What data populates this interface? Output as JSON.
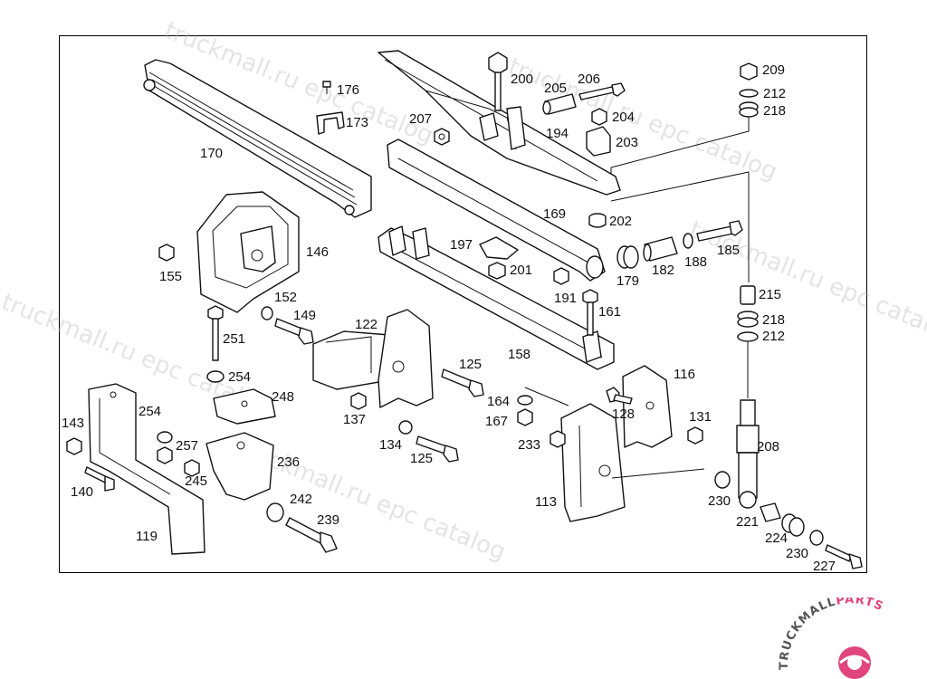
{
  "watermark": {
    "text_repeated": "truckmall.ru epc catalog",
    "fragments": [
      "truckmall.ru epc catalog",
      "truckmall.ru epc catalog",
      "truckmall.ru epc catalog",
      "truckmall.ru epc catalog",
      "truckmall.ru epc catalog"
    ]
  },
  "logo": {
    "brand_part1": "TRUCKMALL",
    "brand_part2": "PARTS",
    "color_dark": "#555555",
    "color_accent": "#e0457b"
  },
  "labels": {
    "l170": "170",
    "l176": "176",
    "l173": "173",
    "l200": "200",
    "l205": "205",
    "l206": "206",
    "l207": "207",
    "l204": "204",
    "l194": "194",
    "l203": "203",
    "l209": "209",
    "l212a": "212",
    "l218a": "218",
    "l169": "169",
    "l202": "202",
    "l146": "146",
    "l155": "155",
    "l197": "197",
    "l201": "201",
    "l185": "185",
    "l188": "188",
    "l182": "182",
    "l179": "179",
    "l191": "191",
    "l161": "161",
    "l215": "215",
    "l218b": "218",
    "l212b": "212",
    "l152": "152",
    "l149": "149",
    "l122": "122",
    "l251": "251",
    "l158": "158",
    "l254a": "254",
    "l248": "248",
    "l125a": "125",
    "l116": "116",
    "l164": "164",
    "l167": "167",
    "l128": "128",
    "l137": "137",
    "l143": "143",
    "l254b": "254",
    "l257": "257",
    "l245": "245",
    "l236": "236",
    "l134": "134",
    "l125b": "125",
    "l233": "233",
    "l131": "131",
    "l208": "208",
    "l140": "140",
    "l242": "242",
    "l239": "239",
    "l113": "113",
    "l230a": "230",
    "l221": "221",
    "l119": "119",
    "l224": "224",
    "l230b": "230",
    "l227": "227"
  }
}
